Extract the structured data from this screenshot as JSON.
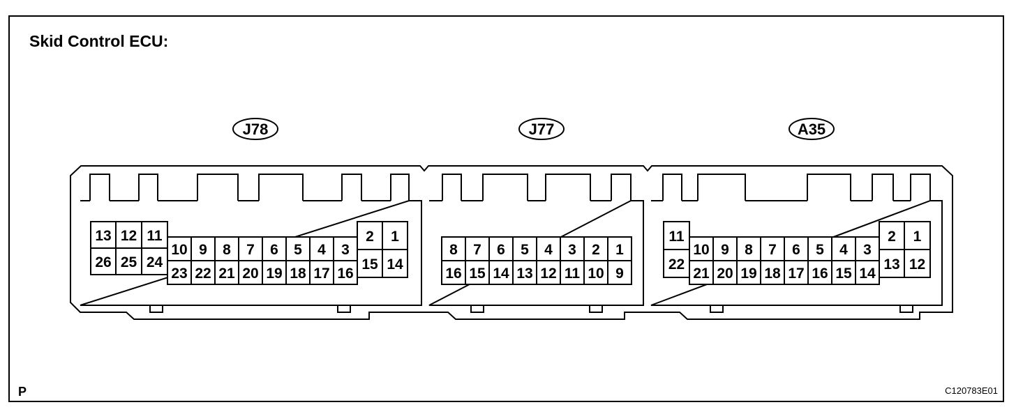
{
  "title": "Skid Control ECU:",
  "corner_mark": "P",
  "figure_id": "C120783E01",
  "connectors": [
    {
      "id": "J78",
      "pins": {
        "upper_left": [
          "13",
          "12",
          "11"
        ],
        "lower_left": [
          "26",
          "25",
          "24"
        ],
        "upper_mid": [
          "10",
          "9",
          "8",
          "7",
          "6",
          "5",
          "4",
          "3"
        ],
        "lower_mid": [
          "23",
          "22",
          "21",
          "20",
          "19",
          "18",
          "17",
          "16"
        ],
        "upper_right": [
          "2",
          "1"
        ],
        "lower_right": [
          "15",
          "14"
        ]
      }
    },
    {
      "id": "J77",
      "pins": {
        "upper": [
          "8",
          "7",
          "6",
          "5",
          "4",
          "3",
          "2",
          "1"
        ],
        "lower": [
          "16",
          "15",
          "14",
          "13",
          "12",
          "11",
          "10",
          "9"
        ]
      }
    },
    {
      "id": "A35",
      "pins": {
        "upper_left": [
          "11"
        ],
        "lower_left": [
          "22"
        ],
        "upper_mid": [
          "10",
          "9",
          "8",
          "7",
          "6",
          "5",
          "4",
          "3"
        ],
        "lower_mid": [
          "21",
          "20",
          "19",
          "18",
          "17",
          "16",
          "15",
          "14"
        ],
        "upper_right": [
          "2",
          "1"
        ],
        "lower_right": [
          "13",
          "12"
        ]
      }
    }
  ]
}
